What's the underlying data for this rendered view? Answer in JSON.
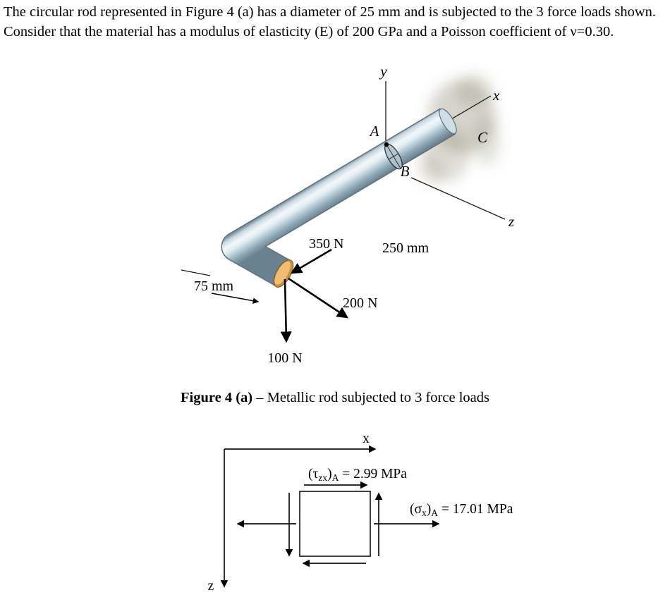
{
  "problem": {
    "text": "The circular rod represented in Figure 4 (a) has a diameter of 25 mm and is subjected to the 3 force loads shown. Consider that the material has a modulus of elasticity (E) of 200 GPa and a Poisson coefficient of ν=0.30."
  },
  "figure1": {
    "labels": {
      "axis_y": "y",
      "axis_x": "x",
      "axis_z": "z",
      "point_a": "A",
      "point_b": "B",
      "point_c": "C"
    },
    "forces": {
      "f350": "350 N",
      "f200": "200 N",
      "f100": "100 N"
    },
    "dims": {
      "d250": "250 mm",
      "d75": "75 mm"
    },
    "colors": {
      "cap_face": "#eebd72",
      "cap_rim": "#c6913f",
      "end_face": "#cfdde4",
      "section_fill": "#b3c3cc",
      "rod_outline": "#5f707b",
      "smudge": "#6f6848"
    }
  },
  "caption": {
    "bold": "Figure 4 (a)",
    "rest": " – Metallic rod subjected to 3 force loads"
  },
  "figure2": {
    "labels": {
      "axis_x": "x",
      "axis_z": "z"
    },
    "tau": {
      "p1": "(τ",
      "s1": "zx",
      "p2": ")",
      "s2": "A",
      "p3": " = 2.99 MPa"
    },
    "sigma": {
      "p1": "(σ",
      "s1": "x",
      "p2": ")",
      "s2": "A",
      "p3": " = 17.01 MPa"
    }
  }
}
